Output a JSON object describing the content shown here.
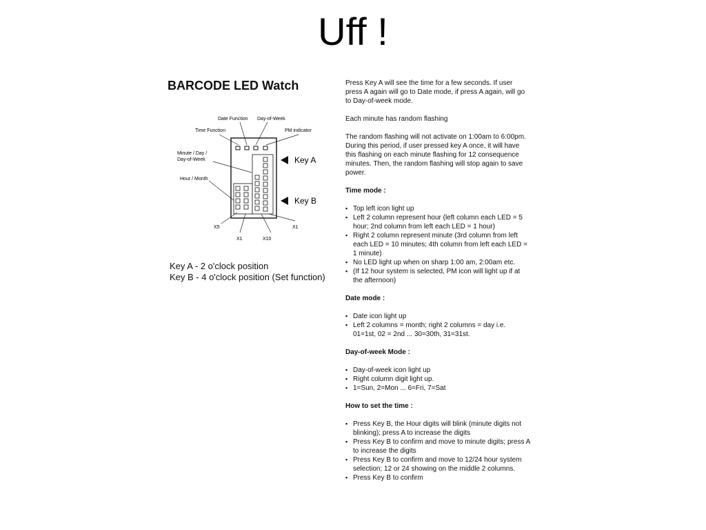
{
  "slide": {
    "title": "Uff !"
  },
  "left": {
    "heading": "BARCODE LED Watch",
    "diagram": {
      "date_function": "Date Function",
      "day_of_week": "Day-of-Week",
      "time_function": "Time Function",
      "pm_indicator": "PM indicator",
      "minute_day": "Minute / Day /",
      "minute_day_2": "Day-of-Week",
      "hour_month": "Hour / Month",
      "key_a": "Key A",
      "key_b": "Key B",
      "x5": "X5",
      "x1_left": "X1",
      "x10": "X10",
      "x1_right": "X1"
    },
    "key_a_pos": "Key A - 2 o'clock position",
    "key_b_pos": "Key B - 4 o'clock position (Set function)"
  },
  "right": {
    "intro": "Press Key A will see the time for a few seconds.  If user press A again will go to Date mode, if press A again, will go to Day-of-week mode.",
    "flash": "Each minute has random flashing",
    "random": "The random flashing will not activate on 1:00am to 6:00pm.  During this period, if user pressed key A once, it will have this flashing on each minute flashing for 12 consequence minutes.  Then, the random flashing will stop again to save power.",
    "time_mode": {
      "heading": "Time mode :",
      "items": [
        "Top left icon light up",
        "Left 2 column represent hour (left column each LED = 5 hour; 2nd column from left each LED = 1 hour)",
        "Right 2 column represent minute (3rd column from left each LED = 10 minutes; 4th column from left each LED = 1 minute)",
        "No LED light up when on sharp 1:00 am, 2:00am etc.",
        "(If 12 hour system is selected, PM icon will light up if at the afternoon)"
      ]
    },
    "date_mode": {
      "heading": "Date mode :",
      "items": [
        "Date icon light up",
        "Left 2 columns = month; right 2 columns = day i.e. 01=1st, 02 = 2nd ... 30=30th, 31=31st."
      ]
    },
    "dow_mode": {
      "heading": "Day-of-week Mode :",
      "items": [
        "Day-of-week icon light up",
        "Right column digit light up.",
        "1=Sun, 2=Mon ... 6=Fri, 7=Sat"
      ]
    },
    "set_time": {
      "heading": "How to set the time :",
      "items": [
        "Press Key B, the Hour digits will blink (minute digits not blinking); press A to increase the digits",
        "Press Key B to confirm and move to minute digits; press A to increase the digits",
        "Press Key B to confirm and move to 12/24 hour system selection; 12 or 24 showing on the middle 2 columns.",
        "Press Key B to confirm"
      ]
    }
  }
}
